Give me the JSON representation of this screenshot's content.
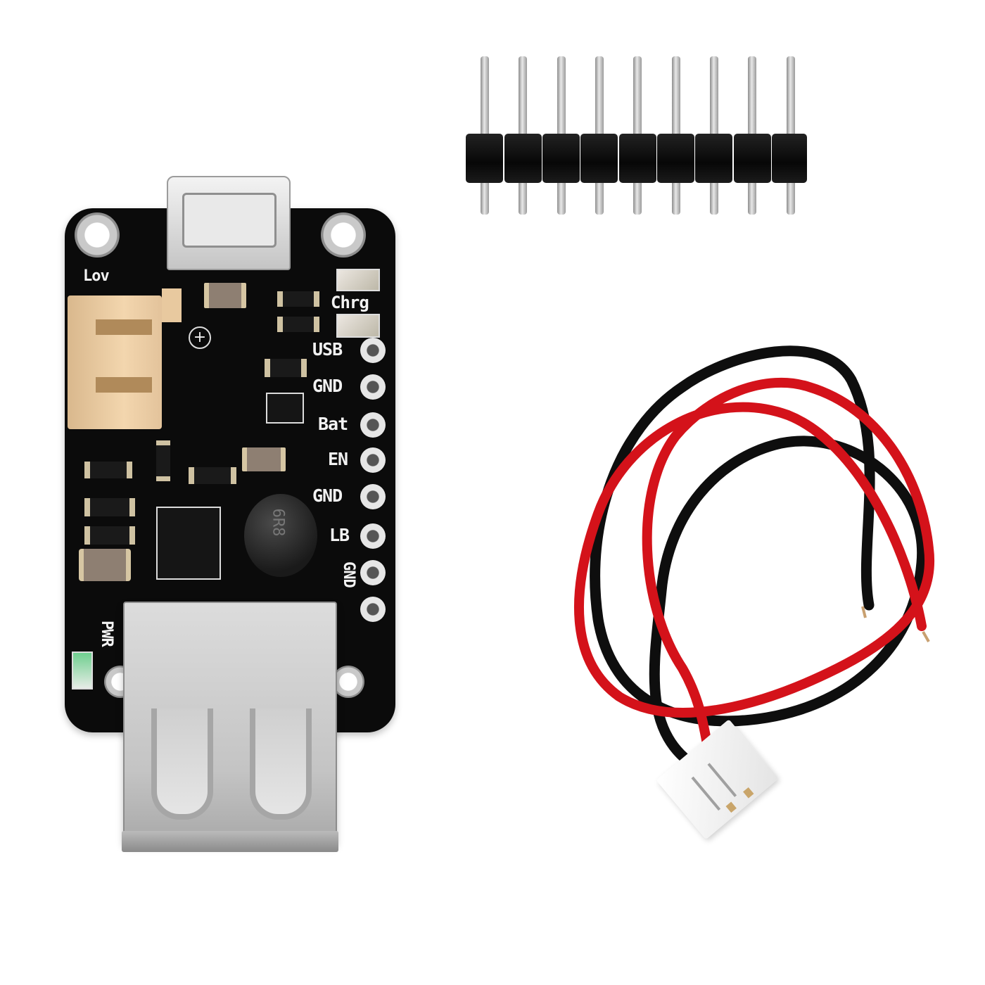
{
  "scene": {
    "description": "Product photo of a LiPo charger / 5V boost breakout board with accessories on white background",
    "background_color": "#ffffff"
  },
  "board": {
    "pcb_color": "#0b0b0b",
    "silkscreen_color": "#f2f2f2",
    "top_connector": "micro-USB receptacle",
    "bottom_connector": "USB-A female receptacle",
    "battery_connector": "JST-PH 2-pin (tan)",
    "battery_connector_label": "Lov",
    "pin_labels": [
      "USB",
      "GND",
      "Bat",
      "EN",
      "GND",
      "LB",
      "GND"
    ],
    "led_labels": {
      "charge": "Chrg",
      "power": "PWR"
    },
    "polarity_mark": "+",
    "inductor_marking": "6R8",
    "mounting_holes": 4
  },
  "header": {
    "type": "straight male pin header",
    "pin_count": 9,
    "plastic_color": "#0a0a0a",
    "pin_color": "#c8c8c8"
  },
  "cable": {
    "type": "JST-PH 2-pin battery lead",
    "wire_colors": {
      "positive": "#d4121a",
      "negative": "#111111"
    },
    "plug_color": "#f2f2f2"
  }
}
